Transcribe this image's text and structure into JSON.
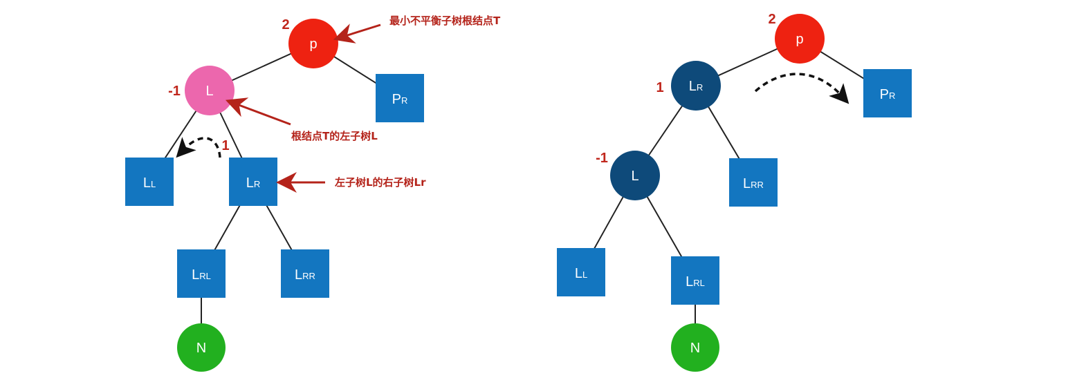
{
  "colors": {
    "root_red": "#ee2211",
    "pink": "#ec67ad",
    "blue_box": "#1376c0",
    "dark_navy": "#0e4a7a",
    "green": "#22b01f",
    "annotation_red": "#b4231a"
  },
  "left_tree": {
    "p": {
      "main": "p",
      "sub": "",
      "bf": "2"
    },
    "L": {
      "main": "L",
      "sub": "",
      "bf": "-1"
    },
    "PR": {
      "main": "P",
      "sub": "R"
    },
    "LL": {
      "main": "L",
      "sub": "L"
    },
    "LR": {
      "main": "L",
      "sub": "R",
      "bf": "1"
    },
    "LRL": {
      "main": "L",
      "sub": "RL"
    },
    "LRR": {
      "main": "L",
      "sub": "RR"
    },
    "N": {
      "main": "N",
      "sub": ""
    }
  },
  "annotations": {
    "root": "最小不平衡子树根结点T",
    "left_child": "根结点T的左子树L",
    "right_of_left": "左子树L的右子树Lr"
  },
  "right_tree": {
    "p": {
      "main": "p",
      "sub": "",
      "bf": "2"
    },
    "LR": {
      "main": "L",
      "sub": "R",
      "bf": "1"
    },
    "PR": {
      "main": "P",
      "sub": "R"
    },
    "L": {
      "main": "L",
      "sub": "",
      "bf": "-1"
    },
    "LRR": {
      "main": "L",
      "sub": "RR"
    },
    "LL": {
      "main": "L",
      "sub": "L"
    },
    "LRL": {
      "main": "L",
      "sub": "RL"
    },
    "N": {
      "main": "N",
      "sub": ""
    }
  }
}
